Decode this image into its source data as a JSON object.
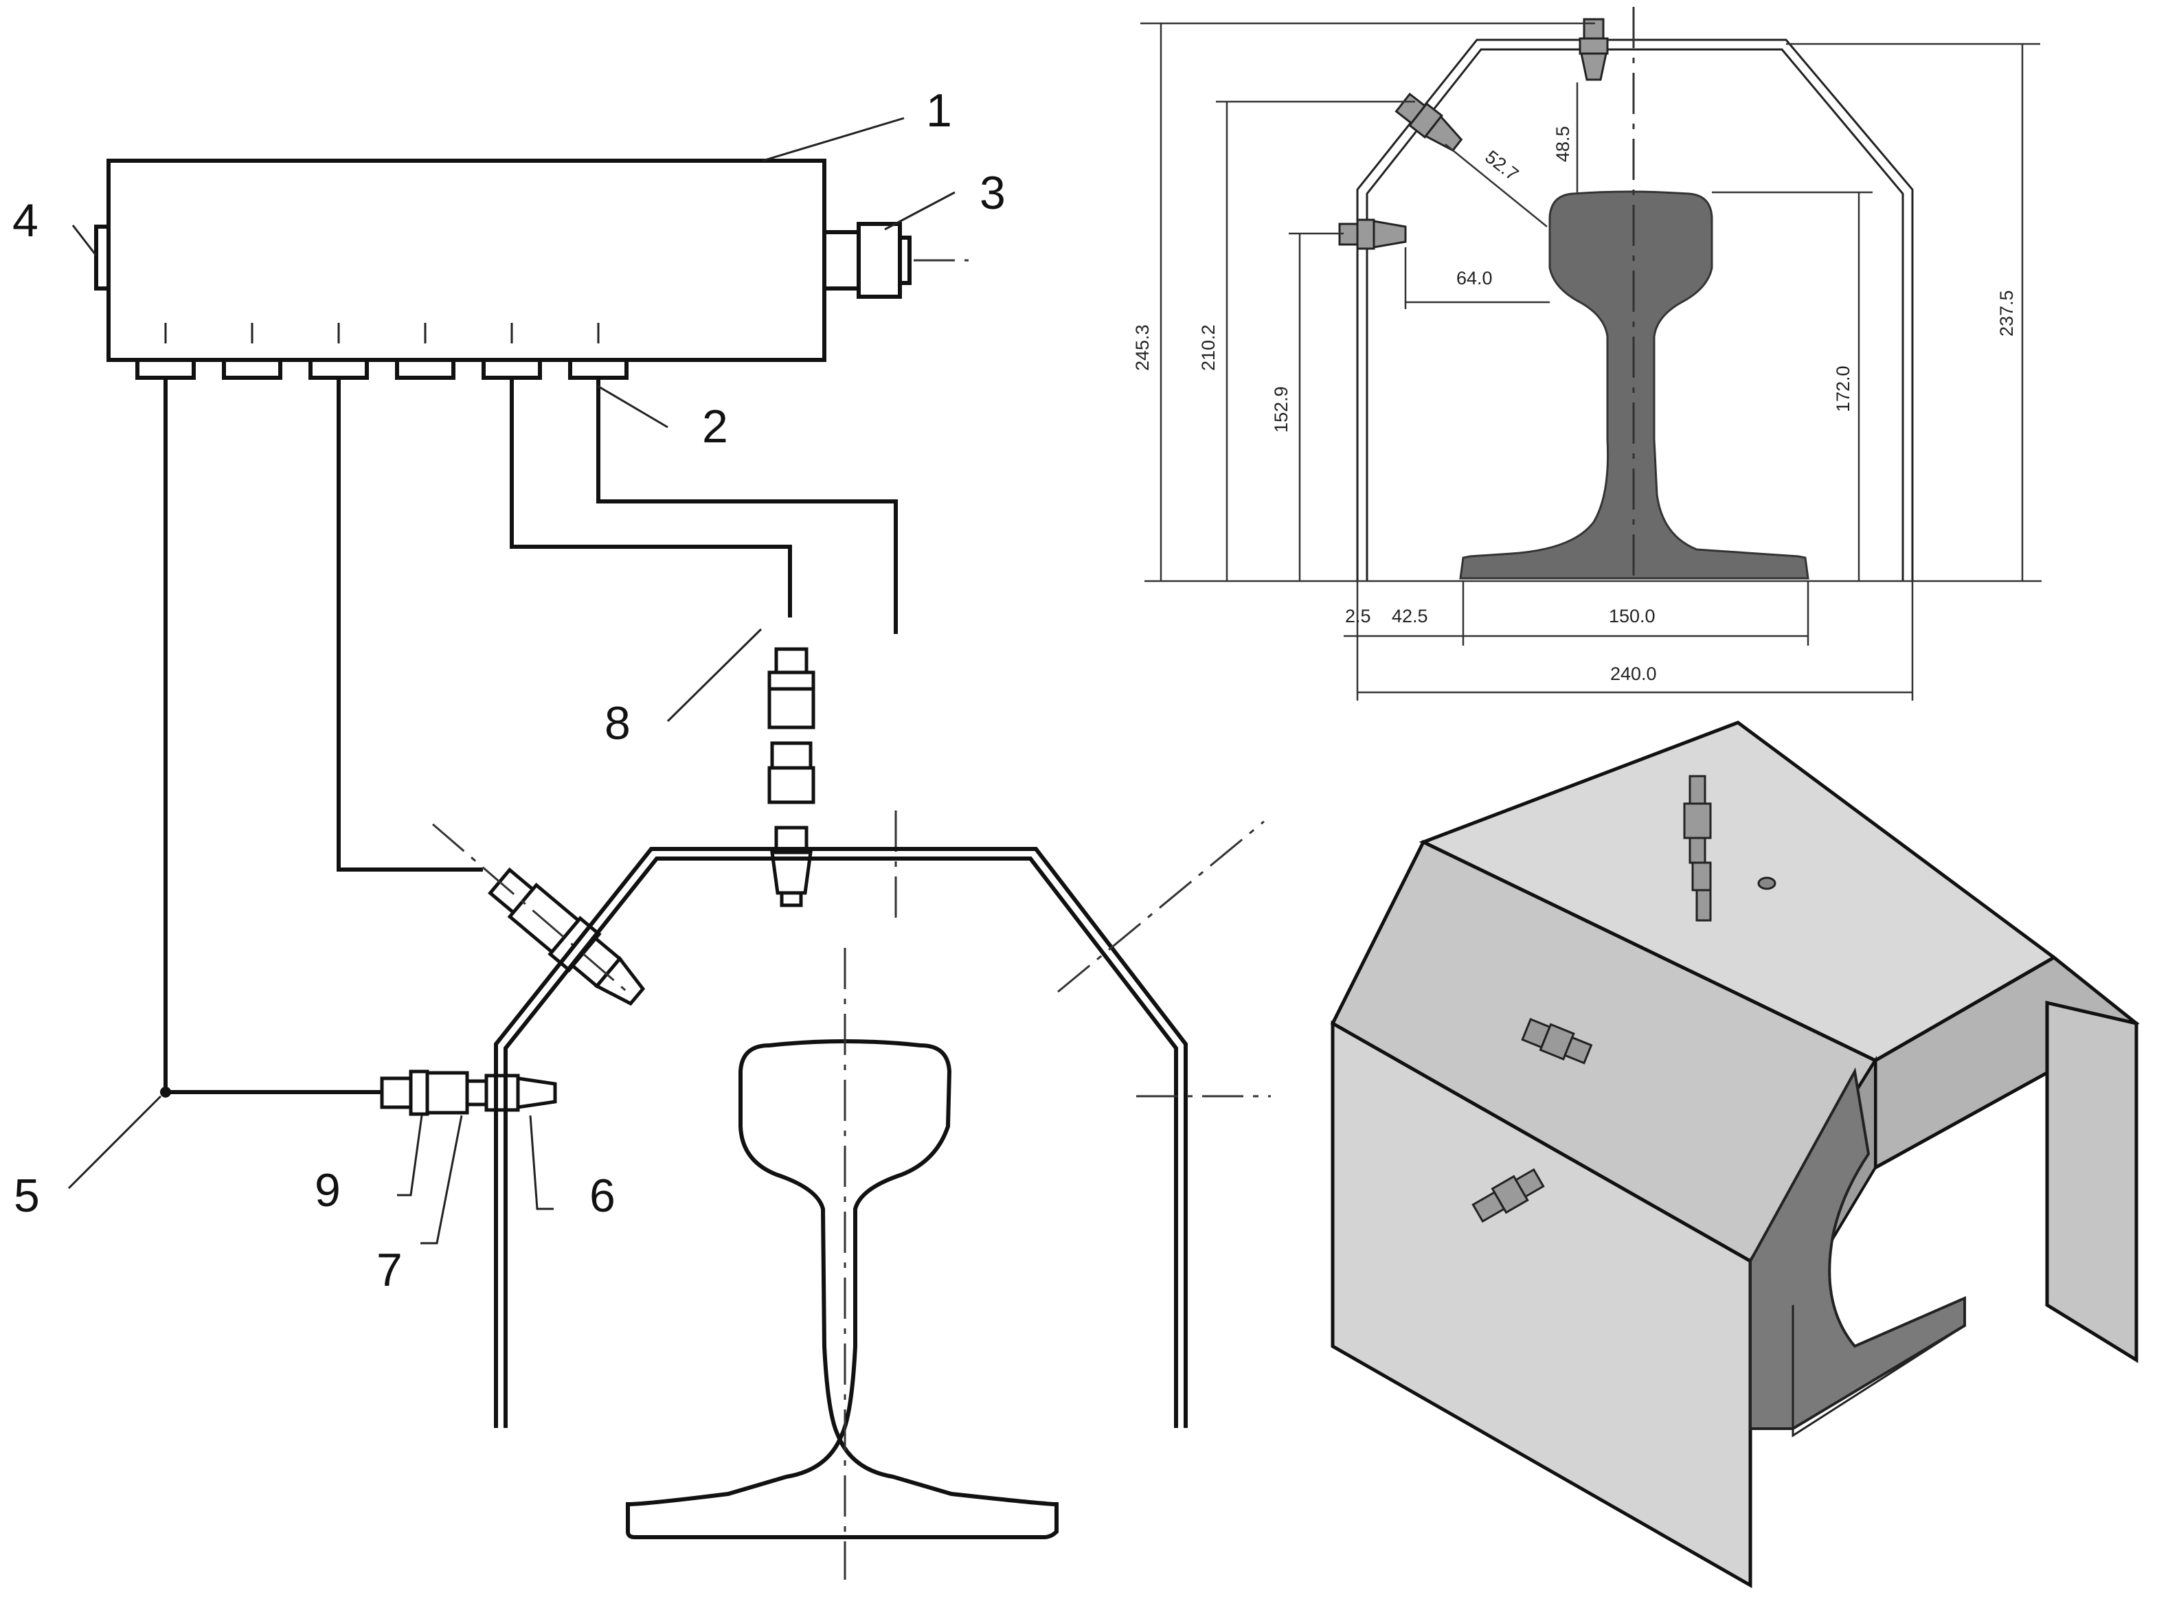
{
  "callouts": [
    {
      "id": "1",
      "text": "1"
    },
    {
      "id": "2",
      "text": "2"
    },
    {
      "id": "3",
      "text": "3"
    },
    {
      "id": "4",
      "text": "4"
    },
    {
      "id": "5",
      "text": "5"
    },
    {
      "id": "6",
      "text": "6"
    },
    {
      "id": "7",
      "text": "7"
    },
    {
      "id": "8",
      "text": "8"
    },
    {
      "id": "9",
      "text": "9"
    }
  ],
  "dimensions": {
    "h_245_3": "245.3",
    "h_210_2": "210.2",
    "h_152_9": "152.9",
    "h_237_5": "237.5",
    "h_172_0": "172.0",
    "d_48_5": "48.5",
    "d_52_7": "52.7",
    "w_64_0": "64.0",
    "w_2_5": "2.5",
    "w_42_5": "42.5",
    "w_150_0": "150.0",
    "w_240_0": "240.0"
  },
  "colors": {
    "line": "#111111",
    "rail_section": "#6b6b6b",
    "cover_light": "#d6d6d6",
    "cover_mid": "#c2c2c2",
    "cover_dark": "#8c8c8c"
  }
}
